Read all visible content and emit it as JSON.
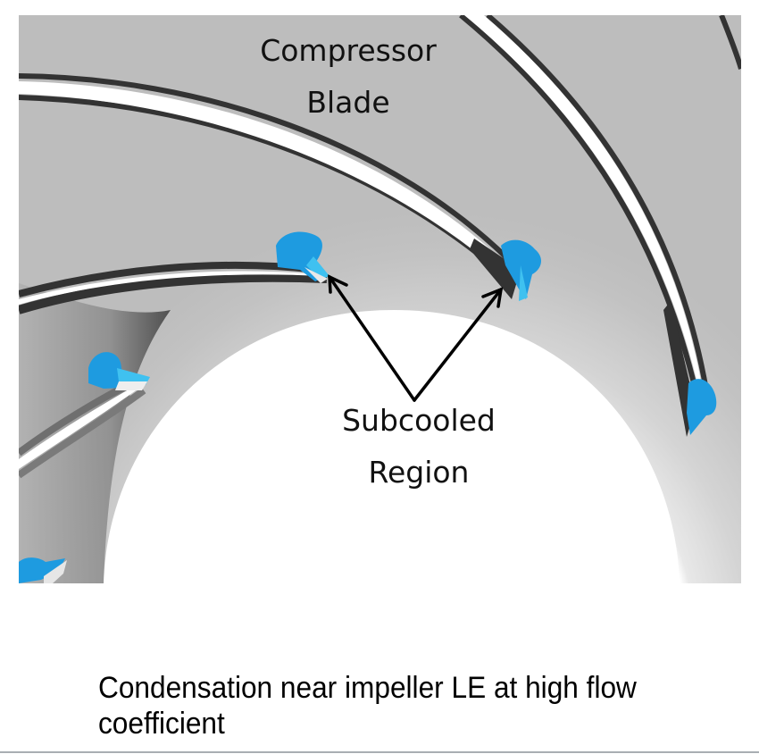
{
  "figure": {
    "title": "Compressor impeller leading edge condensation",
    "colors": {
      "hub_surface": "#c0c0c0",
      "blade_outline": "#333333",
      "blade_face": "#ffffff",
      "condensate": "#1e9be0",
      "condensate_light": "#3fc1f0",
      "annotation": "#000000"
    },
    "labels": {
      "blade_line1": "Compressor",
      "blade_line2": "Blade",
      "region_line1": "Subcooled",
      "region_line2": "Region"
    },
    "condensate_spots": [
      {
        "name": "spot-upper-blade-le"
      },
      {
        "name": "spot-center-blade-le"
      },
      {
        "name": "spot-right-blade-le"
      },
      {
        "name": "spot-left-blade-le"
      },
      {
        "name": "spot-lower-left-blade-le"
      }
    ]
  },
  "caption": {
    "text": "Condensation near impeller LE at high flow coefficient"
  }
}
